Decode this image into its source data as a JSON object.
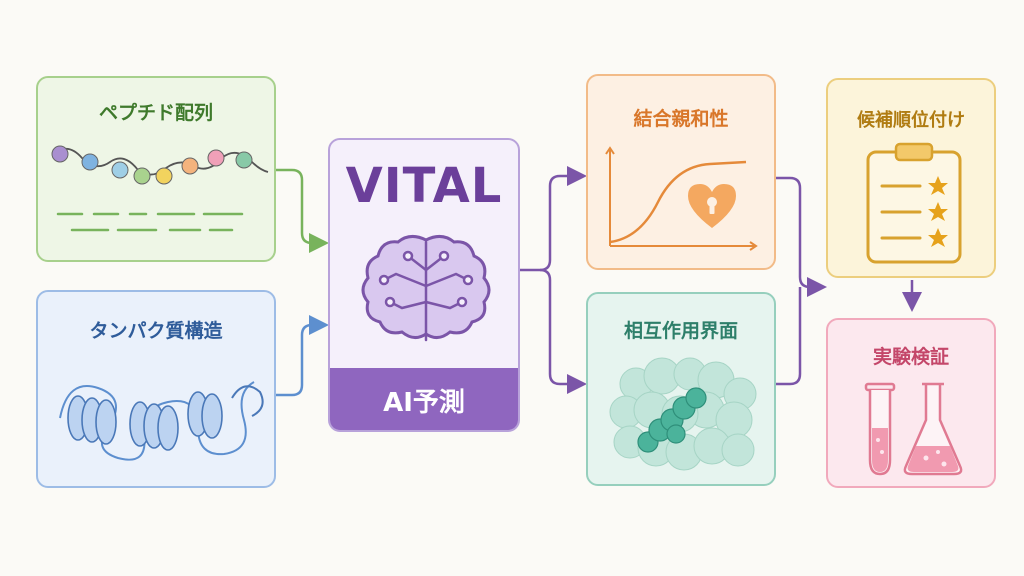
{
  "peptide": {
    "title": "ペプチド配列",
    "bead_colors": [
      "#a98fd0",
      "#7fb3e0",
      "#8ccfd1",
      "#a9d38e",
      "#f2d35e",
      "#f4b37d",
      "#f0a0b8",
      "#88c9a7"
    ]
  },
  "protein": {
    "title": "タンパク質構造"
  },
  "vital": {
    "name": "VITAL",
    "caption": "AI予測"
  },
  "affinity": {
    "title": "結合親和性"
  },
  "interface": {
    "title": "相互作用界面"
  },
  "ranking": {
    "title": "候補順位付け"
  },
  "experiment": {
    "title": "実験検証"
  },
  "colors": {
    "green": "#78b35c",
    "blue": "#5d8fcf",
    "purple": "#7b55a8",
    "orange": "#e58a3a",
    "teal": "#3fa890",
    "gold": "#d8a22e",
    "pink": "#e07a92"
  }
}
